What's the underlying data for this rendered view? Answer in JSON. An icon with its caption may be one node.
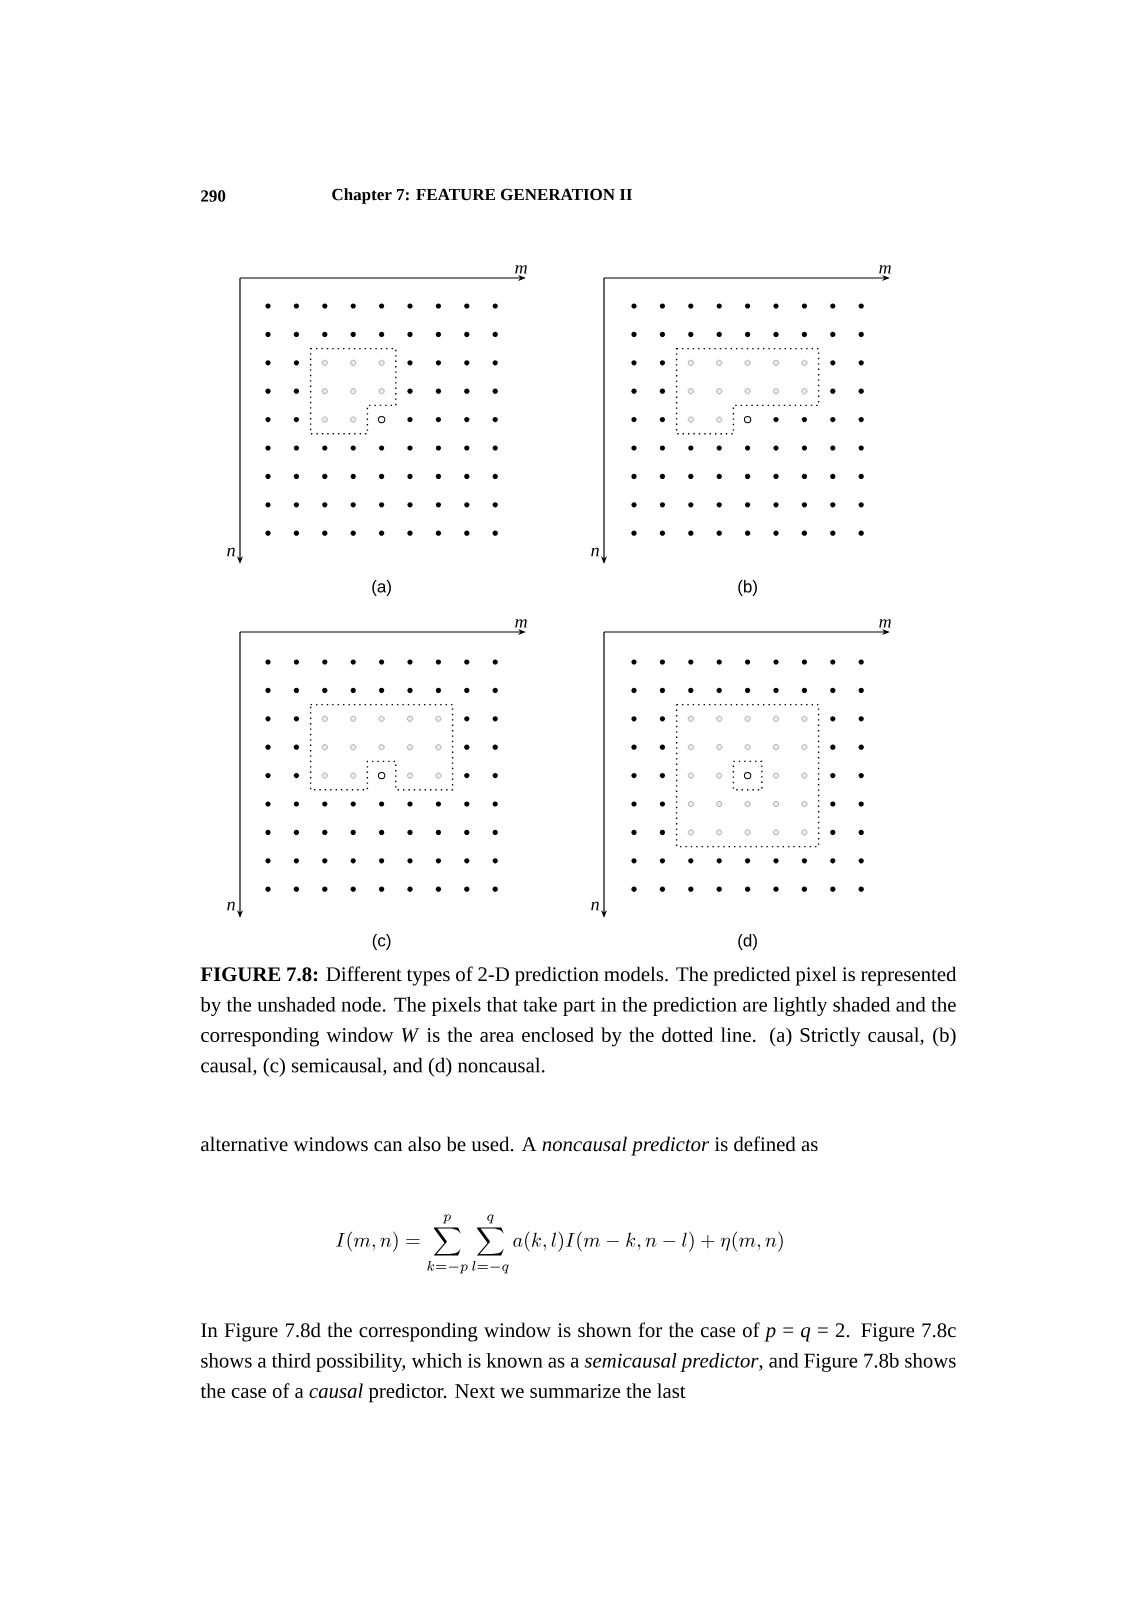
{
  "diagram": {
    "caption": "**FIGURE 7.8:** Different types of 2-D prediction models. The predicted pixel is represented by the unshaded node. The pixels that take part in the prediction are lightly shaded and the corresponding window *W* is the area enclosed by the dotted line. (a) Strictly causal, (b) causal, (c) semicausal, and (d) noncausal.",
    "labels": [
      "290",
      "Chapter 7: FEATURE GENERATION II",
      "m",
      "n",
      "(a)",
      "m",
      "n",
      "(b)",
      "m",
      "n",
      "(c)",
      "m",
      "n",
      "(d)",
      "alternative windows can also be used. A *noncausal predictor* is defined as",
      "I(m,n) = \\sum_{k=-p}^{p}\\sum_{l=-q}^{q} a(k,l)I(m-k,n-l) + \\eta(m,n)",
      "In Figure 7.8d the corresponding window is shown for the case of *p* = *q* = 2. Figure 7.8c shows a third possibility, which is known as a *semicausal predictor*, and Figure 7.8b shows the case of a *causal* predictor. Next we summarize the last"
    ]
  }
}
